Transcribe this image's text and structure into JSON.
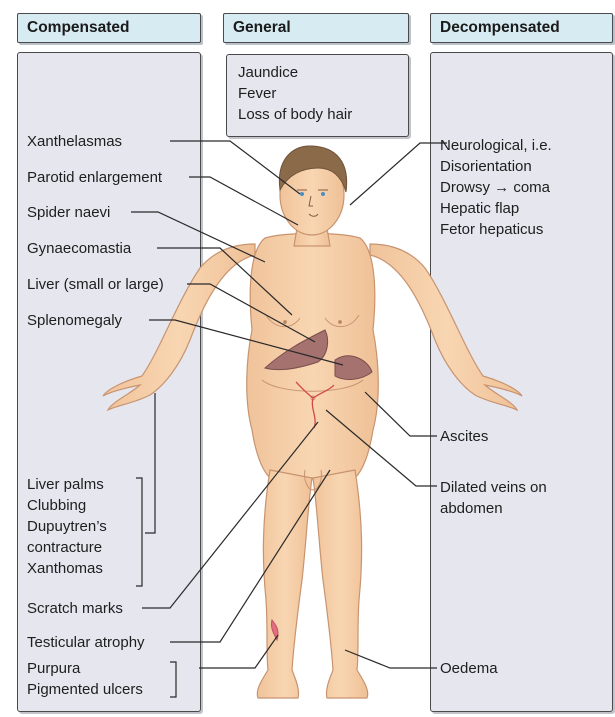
{
  "headers": {
    "compensated": "Compensated",
    "general": "General",
    "decompensated": "Decompensated"
  },
  "general_items": [
    "Jaundice",
    "Fever",
    "Loss of body hair"
  ],
  "compensated_labels": {
    "xanthelasmas": "Xanthelasmas",
    "parotid": "Parotid enlargement",
    "spider": "Spider naevi",
    "gynae": "Gynaecomastia",
    "liver": "Liver (small or large)",
    "spleno": "Splenomegaly",
    "scratch": "Scratch marks",
    "testicular": "Testicular atrophy"
  },
  "hand_signs": [
    "Liver palms",
    "Clubbing",
    "Dupuytren’s",
    "contracture",
    "Xanthomas"
  ],
  "skin_signs": [
    "Purpura",
    "Pigmented ulcers"
  ],
  "neuro_signs": [
    "Neurological, i.e.",
    "Disorientation",
    "Drowsy → coma",
    "Hepatic flap",
    "Fetor hepaticus"
  ],
  "decompensated_labels": {
    "ascites": "Ascites",
    "veins_1": "Dilated veins on",
    "veins_2": "abdomen",
    "oedema": "Oedema"
  },
  "colors": {
    "header_fill": "#d7ebf3",
    "panel_fill": "#e6e6ef",
    "skin": "#f6cfa6",
    "skin_outline": "#c89470",
    "hair": "#8b6a4a",
    "organ": "#a5726f",
    "leader": "#2a2a2a"
  }
}
